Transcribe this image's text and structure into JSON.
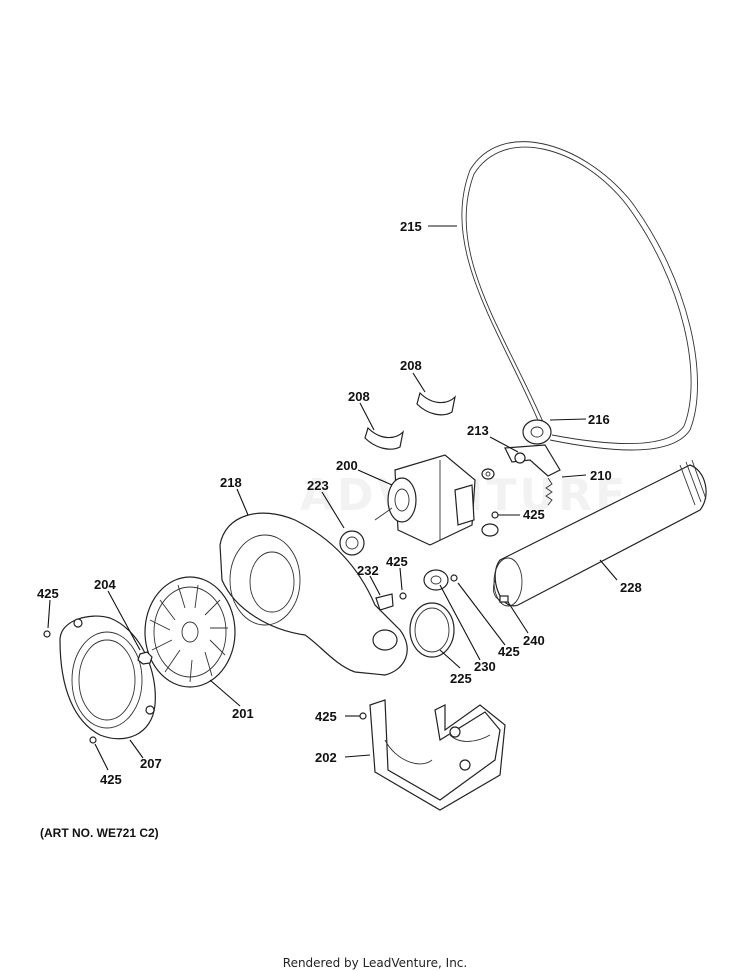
{
  "callouts": {
    "c215": "215",
    "c216": "216",
    "c208a": "208",
    "c208b": "208",
    "c213": "213",
    "c210": "210",
    "c200": "200",
    "c218": "218",
    "c223": "223",
    "c425a": "425",
    "c228": "228",
    "c232": "232",
    "c425b": "425",
    "c425c": "425",
    "c204": "204",
    "c240": "240",
    "c230": "230",
    "c425d": "425",
    "c225": "225",
    "c201": "201",
    "c425e": "425",
    "c202": "202",
    "c207": "207",
    "c425f": "425"
  },
  "art_number": "(ART NO. WE721 C2)",
  "footer": "Rendered by LeadVenture, Inc.",
  "watermark": "ADVENTURE"
}
